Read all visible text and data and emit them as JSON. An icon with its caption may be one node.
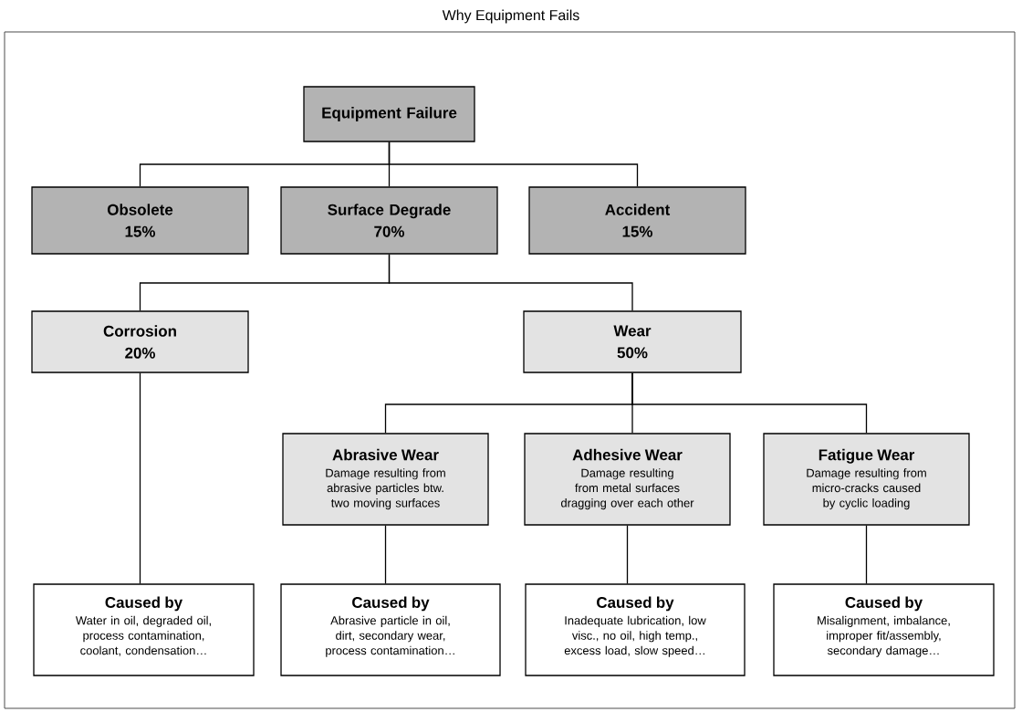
{
  "diagram": {
    "title": "Why Equipment Fails",
    "nodes": [
      {
        "text": [
          "Equipment Failure"
        ]
      },
      {
        "text": [
          "Obsolete",
          "15%"
        ]
      },
      {
        "text": [
          "Surface Degrade",
          "70%"
        ]
      },
      {
        "text": [
          "Accident",
          "15%"
        ]
      },
      {
        "text": [
          "Corrosion",
          "20%"
        ]
      },
      {
        "text": [
          "Wear",
          "50%"
        ]
      },
      {
        "text": [
          "Abrasive Wear",
          "Damage resulting from abrasive particles btw. two moving surfaces"
        ]
      },
      {
        "text": [
          "Adhesive Wear",
          "Damage resulting from metal surfaces dragging over each other"
        ]
      },
      {
        "text": [
          "Fatigue Wear",
          "Damage resulting from micro-cracks caused by cyclic loading"
        ]
      },
      {
        "text": [
          "Caused by",
          "Water in oil, degraded oil, process contamination, coolant, condensation…"
        ]
      },
      {
        "text": [
          "Caused by",
          "Abrasive particle in oil, dirt, secondary wear, process contamination…"
        ]
      },
      {
        "text": [
          "Caused by",
          "Inadequate lubrication, low visc., no oil, high temp., excess load, slow speed…"
        ]
      },
      {
        "text": [
          "Caused by",
          "Misalignment, imbalance, improper fit/assembly, secondary damage…"
        ]
      }
    ],
    "edges": [
      {
        "from": 0,
        "to": 1,
        "arrow": "none"
      },
      {
        "from": 0,
        "to": 2,
        "arrow": "none"
      },
      {
        "from": 0,
        "to": 3,
        "arrow": "none"
      },
      {
        "from": 2,
        "to": 4,
        "arrow": "none"
      },
      {
        "from": 2,
        "to": 5,
        "arrow": "none"
      },
      {
        "from": 5,
        "to": 6,
        "arrow": "none"
      },
      {
        "from": 5,
        "to": 7,
        "arrow": "none"
      },
      {
        "from": 5,
        "to": 8,
        "arrow": "none"
      },
      {
        "from": 4,
        "to": 9,
        "arrow": "none"
      },
      {
        "from": 6,
        "to": 10,
        "arrow": "none"
      },
      {
        "from": 7,
        "to": 11,
        "arrow": "none"
      },
      {
        "from": 8,
        "to": 12,
        "arrow": "none"
      }
    ]
  }
}
